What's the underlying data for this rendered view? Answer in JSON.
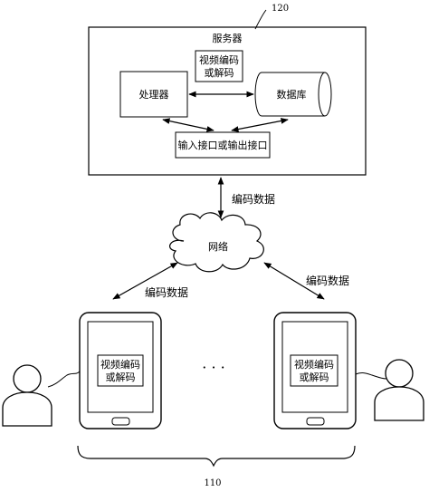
{
  "diagram": {
    "server": {
      "ref": "120",
      "title": "服务器"
    },
    "server_codec": {
      "line1": "视频编码",
      "line2": "或解码"
    },
    "processor": {
      "label": "处理器"
    },
    "database": {
      "label": "数据库"
    },
    "io_interface": {
      "label": "输入接口或输出接口"
    },
    "edge_server_network": {
      "label": "编码数据"
    },
    "network": {
      "label": "网络"
    },
    "edge_network_left": {
      "label": "编码数据"
    },
    "edge_network_right": {
      "label": "编码数据"
    },
    "device_left": {
      "line1": "视频编码",
      "line2": "或解码"
    },
    "device_right": {
      "line1": "视频编码",
      "line2": "或解码"
    },
    "ellipsis": "· · ·",
    "terminals": {
      "ref": "110"
    }
  }
}
